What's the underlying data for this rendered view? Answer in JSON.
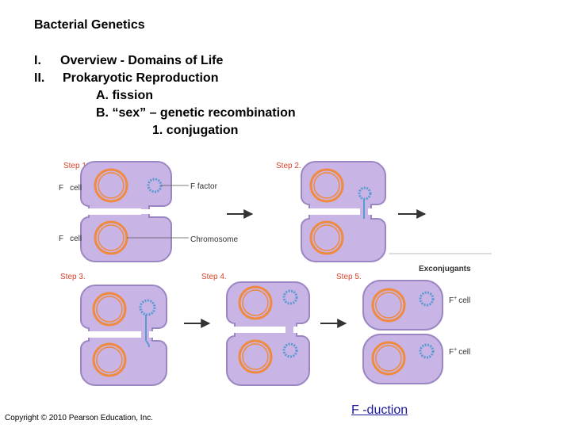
{
  "slide": {
    "title": "Bacterial Genetics",
    "outline": [
      {
        "num": "I.",
        "text": "Overview - Domains of Life"
      },
      {
        "num": "II.",
        "text": "Prokaryotic Reproduction"
      },
      {
        "num": "",
        "text": "A. fission"
      },
      {
        "num": "",
        "text": "B. “sex” – genetic recombination"
      },
      {
        "num": "",
        "text": "1. conjugation"
      }
    ],
    "copyright": "Copyright © 2010 Pearson Education, Inc.",
    "link_text": "F -duction"
  },
  "diagram": {
    "steps": [
      "Step 1.",
      "Step 2.",
      "Step 3.",
      "Step 4.",
      "Step 5."
    ],
    "cell_minus": "F",
    "cell_word": "cell",
    "labels": {
      "f_factor": "F factor",
      "chromosome": "Chromosome",
      "exconjugants": "Exconjugants",
      "f_plus_base": "F",
      "f_plus_sup": "+",
      "f_plus_word": "cell"
    },
    "colors": {
      "cell_fill": "#c9b4e6",
      "cell_stroke": "#9a86c2",
      "chromosome": "#f08a3e",
      "plasmid": "#5a9ad0",
      "label_red": "#d9432a",
      "arrow": "#333333"
    }
  }
}
